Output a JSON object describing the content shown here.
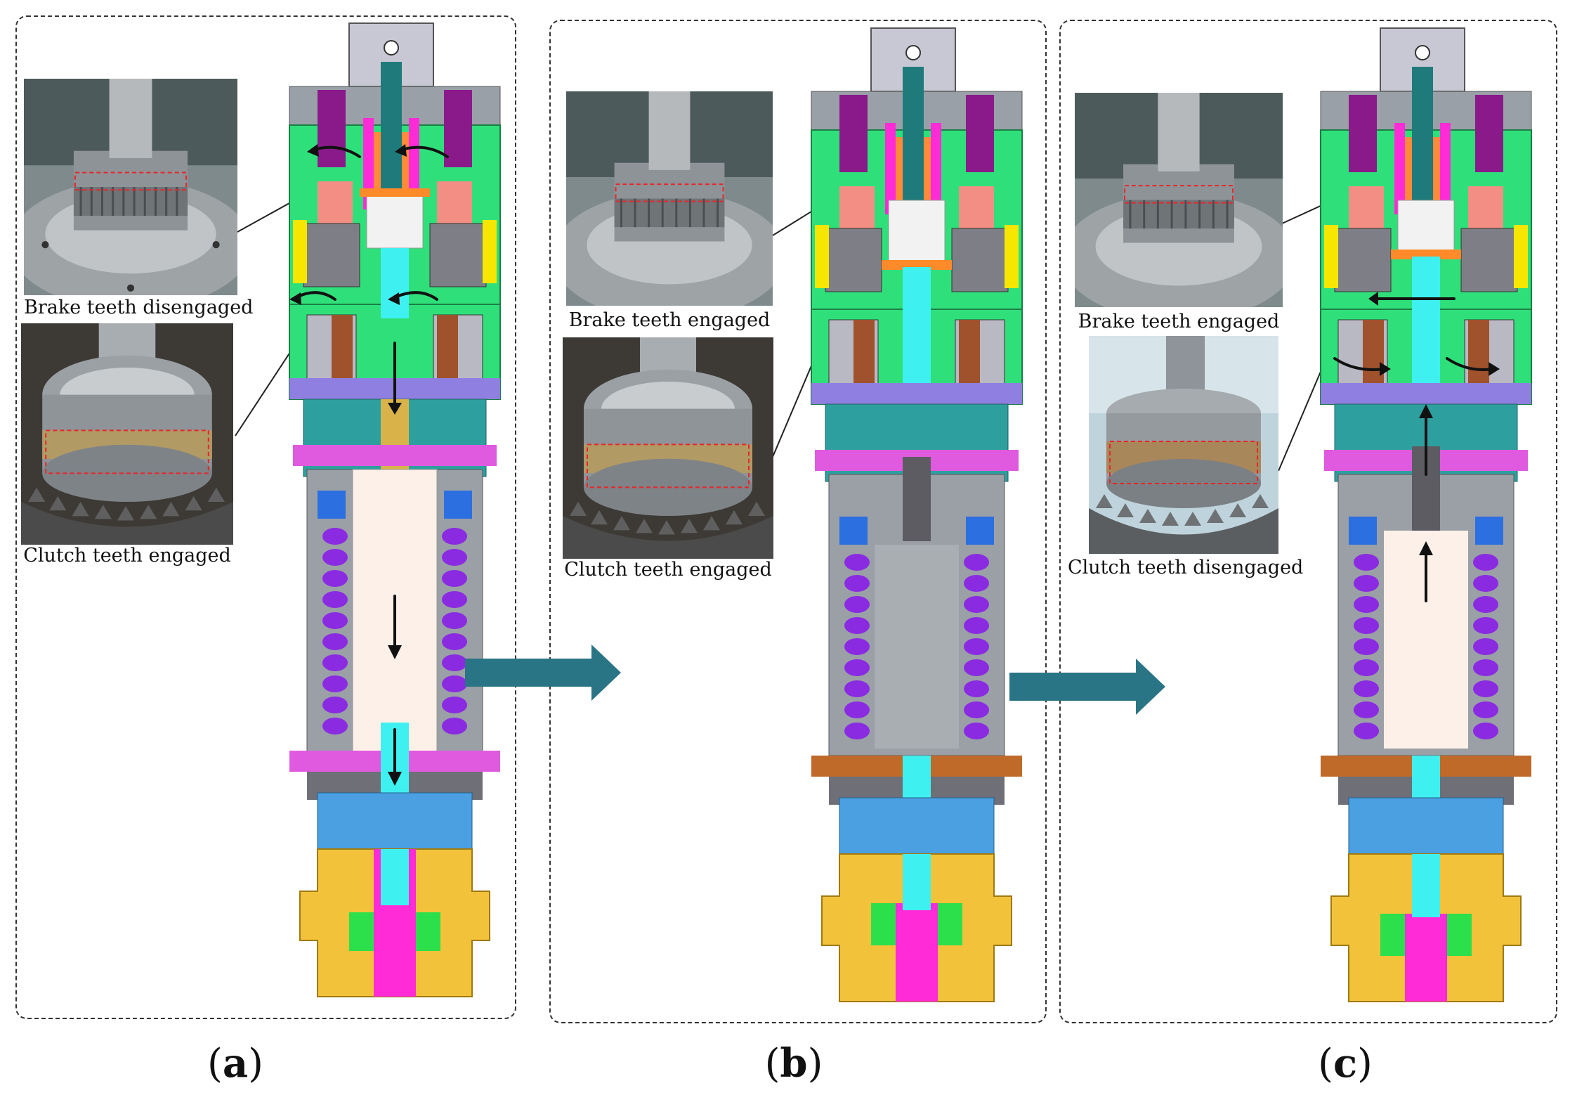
{
  "panels": [
    {
      "id": "a",
      "label": "a",
      "top_caption": "Brake teeth disengaged",
      "bottom_caption": "Clutch teeth engaged"
    },
    {
      "id": "b",
      "label": "b",
      "top_caption": "Brake teeth engaged",
      "bottom_caption": "Clutch teeth engaged"
    },
    {
      "id": "c",
      "label": "c",
      "top_caption": "Brake teeth engaged",
      "bottom_caption": "Clutch teeth disengaged"
    }
  ],
  "colors": {
    "housing_green": "#2fe07a",
    "spring_purple": "#8a2be2",
    "shaft_cyan": "#3ff0f0",
    "base_gold": "#f2c23a",
    "flow_arrow": "#2a7585",
    "magenta": "#ff2bd6",
    "steel": "#8d9298",
    "highlight_red": "#e8262a"
  }
}
